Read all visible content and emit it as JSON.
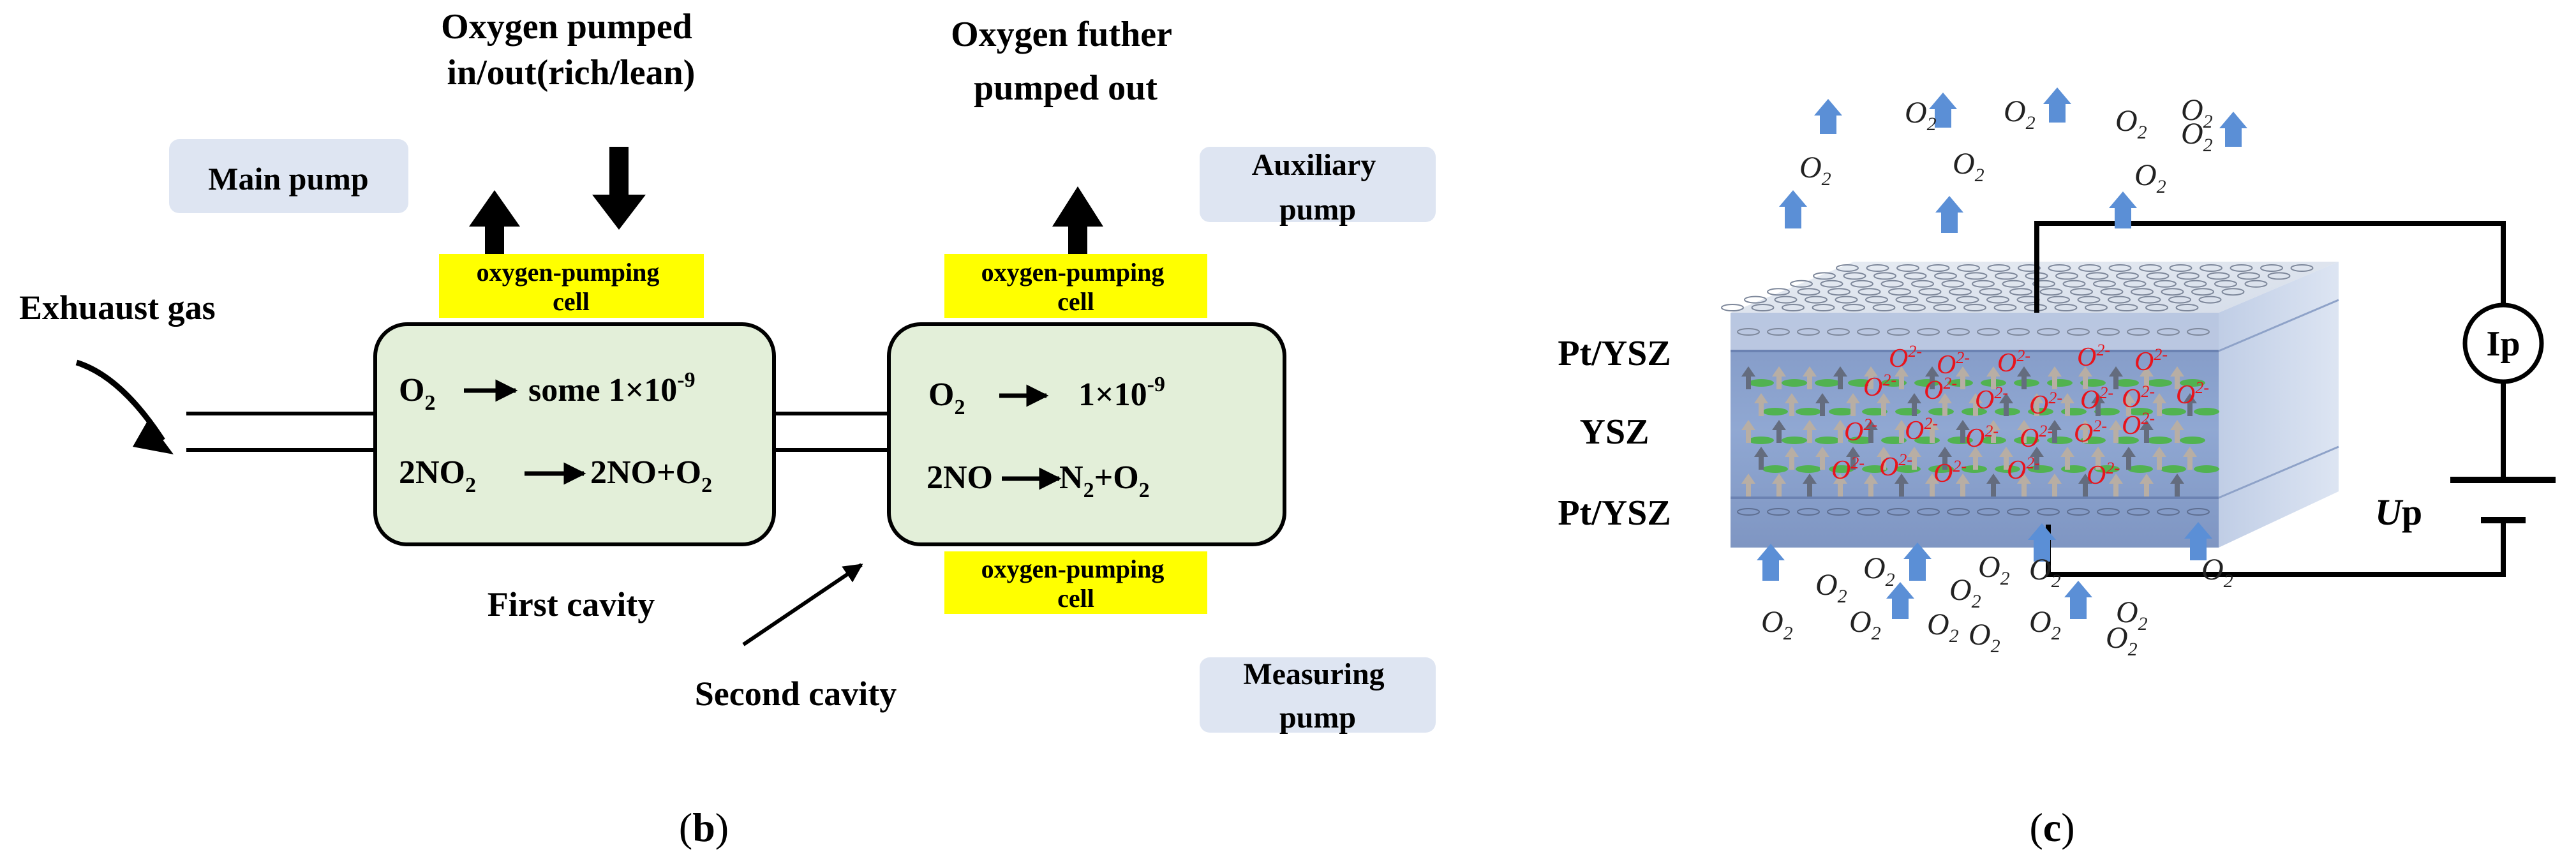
{
  "panel_b": {
    "caption": "b",
    "top_left_title": [
      "Oxygen pumped",
      "in/out(rich/lean)"
    ],
    "top_right_title": [
      "Oxygen futher",
      "pumped out"
    ],
    "main_pump": "Main pump",
    "auxiliary_pump": [
      "Auxiliary",
      "pump"
    ],
    "measuring_pump": [
      "Measuring",
      "pump"
    ],
    "exhaust_gas": "Exhuaust gas",
    "cell_label": [
      "oxygen-pumping",
      "cell"
    ],
    "first_cavity": {
      "label": "First cavity",
      "eq1_left": "O",
      "eq1_left_sub": "2",
      "eq1_right": "some 1×10",
      "eq1_right_sup": "-9",
      "eq2_left": "2NO",
      "eq2_left_sub": "2",
      "eq2_right": "2NO+O",
      "eq2_right_sub": "2"
    },
    "second_cavity": {
      "label": "Second cavity",
      "eq1_left": "O",
      "eq1_left_sub": "2",
      "eq1_right": "1×10",
      "eq1_right_sup": "-9",
      "eq2_left": "2NO",
      "eq2_right_a": "N",
      "eq2_right_a_sub": "2",
      "eq2_right_b": "+O",
      "eq2_right_b_sub": "2"
    }
  },
  "panel_c": {
    "caption": "c",
    "layer_top": "Pt/YSZ",
    "layer_mid": "YSZ",
    "layer_bottom": "Pt/YSZ",
    "current_label": "Ip",
    "voltage_label_italic": "U",
    "voltage_label_rest": "p",
    "oxygen": "O",
    "oxygen_sub": "2",
    "oxide_ion": "O",
    "oxide_ion_sup": "2-"
  },
  "colors": {
    "cavity_fill": "#e3efd9",
    "cell_highlight": "#ffff00",
    "pump_box": "#dee5f2",
    "arrow_blue": "#5b8fd6",
    "ion_red": "#e8141c",
    "ion_arrow_grey": "#b8aea4",
    "ion_arrow_dark": "#646c7e",
    "disk_green": "#46b53a",
    "slab_top": "#dde4ee",
    "slab_front": "#7f98c6"
  }
}
